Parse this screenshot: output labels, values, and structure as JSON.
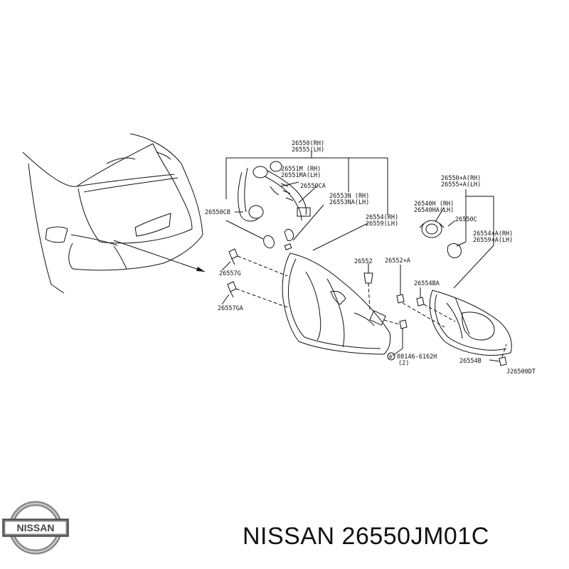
{
  "labels": {
    "p26550": "26550(RH)",
    "p26555": "26555(LH)",
    "p26551M": "26551M (RH)",
    "p26551MA": "26551MA(LH)",
    "p26550CA": "26550CA",
    "p26550CB": "26550CB",
    "p26553N": "26553N (RH)",
    "p26553NA": "26553NA(LH)",
    "p26554": "26554(RH)",
    "p26559": "26559(LH)",
    "p26550A": "26550+A(RH)",
    "p26555A": "26555+A(LH)",
    "p26540H": "26540H (RH)",
    "p26540HA": "26540HA(LH)",
    "p26550C": "26550C",
    "p26554A": "26554+A(RH)",
    "p26559A": "26559+A(LH)",
    "p26557G": "26557G",
    "p26557GA": "26557GA",
    "p26552": "26552",
    "p26552A": "26552+A",
    "p26554BA": "26554BA",
    "bolt": "08146-6162H",
    "bolt_qty": "(2)",
    "bolt_mark": "B",
    "p26554B": "26554B",
    "diagram_code": "J26500DT"
  },
  "brand": {
    "logo_text": "NISSAN",
    "part_title": "NISSAN 26550JM01C"
  }
}
